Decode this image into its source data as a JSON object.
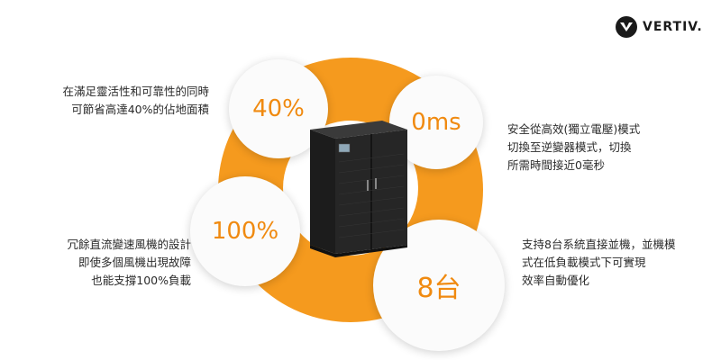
{
  "brand": {
    "name": "VERTIV.",
    "logo_icon": "vertiv-chevron-icon"
  },
  "colors": {
    "accent": "#f59a1e",
    "accent_text": "#f08a10",
    "text": "#2b2b2b"
  },
  "bubbles": {
    "top_left": "40%",
    "top_right": "0ms",
    "bottom_left": "100%",
    "bottom_right": "8台"
  },
  "features": {
    "top_left": [
      "在滿足靈活性和可靠性的同時",
      "可節省高達40%的佔地面積"
    ],
    "top_right": [
      "安全從高效(獨立電壓)模式",
      "切換至逆變器模式，切換",
      "所需時間接近0毫秒"
    ],
    "bottom_left": [
      "冗餘直流變速風機的設計",
      "即使多個風機出現故障",
      "也能支撐100%負載"
    ],
    "bottom_right": [
      "支持8台系統直接並機，並機模",
      "式在低負載模式下可實現",
      "效率自動優化"
    ]
  }
}
